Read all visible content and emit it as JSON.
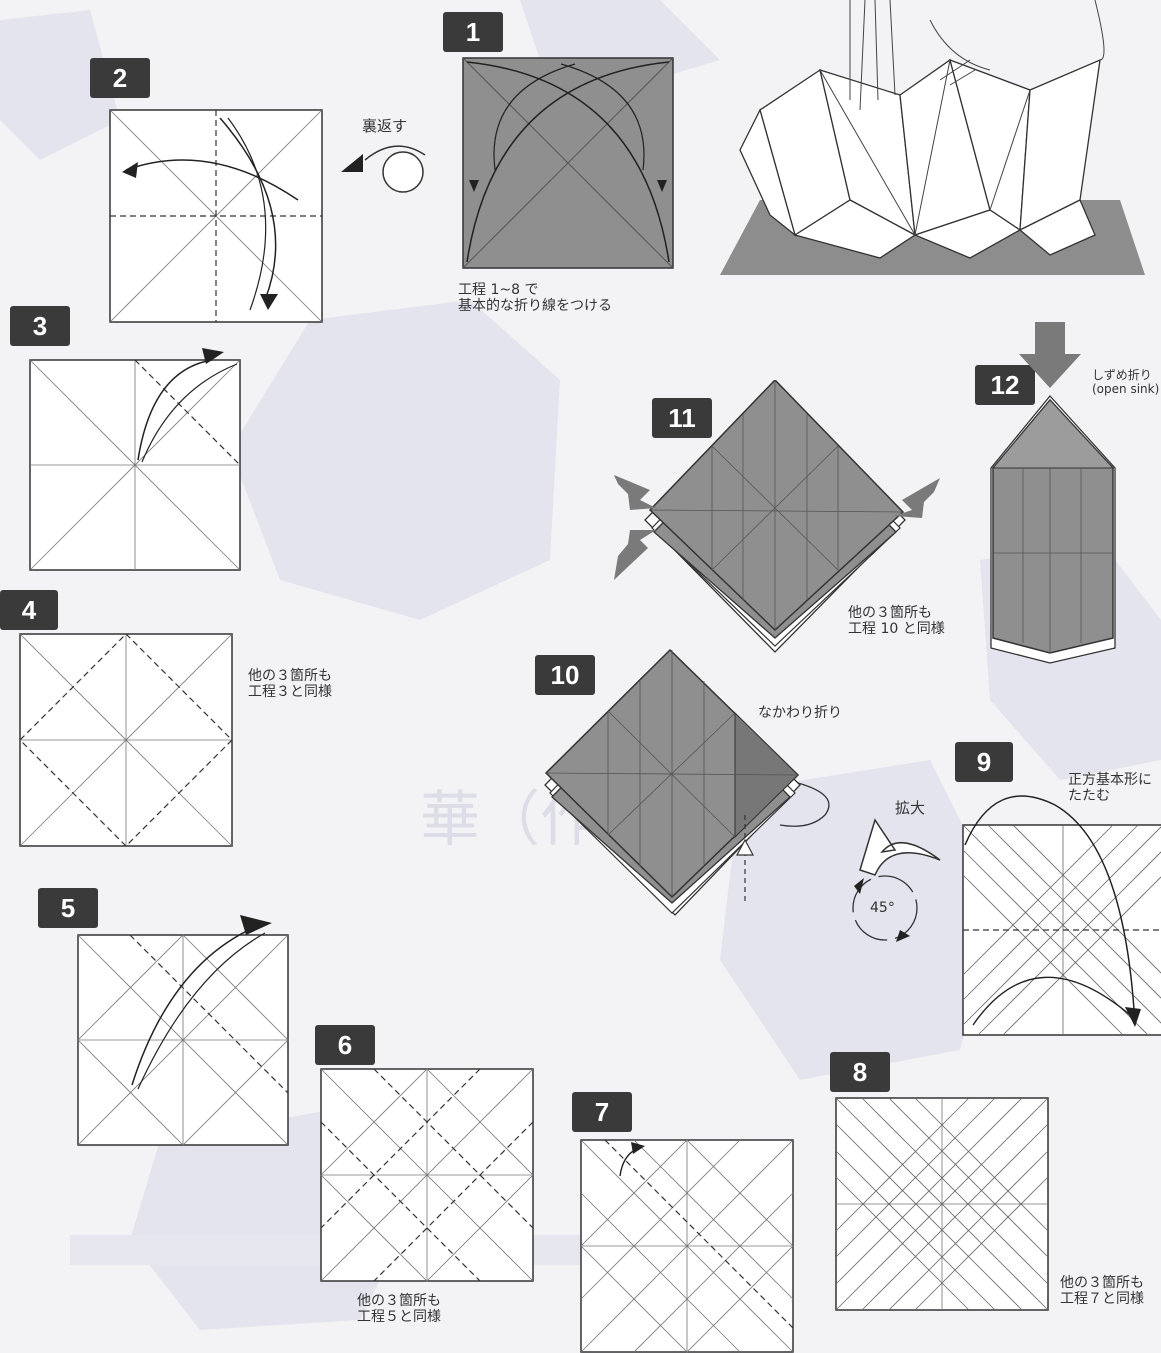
{
  "steps": [
    {
      "number": "1",
      "caption": "工程 1~8 で\n基本的な折り線をつける"
    },
    {
      "number": "2",
      "action_label": "裏返す"
    },
    {
      "number": "3"
    },
    {
      "number": "4",
      "caption": "他の３箇所も\n工程３と同様"
    },
    {
      "number": "5"
    },
    {
      "number": "6",
      "caption": "他の３箇所も\n工程５と同様"
    },
    {
      "number": "7"
    },
    {
      "number": "8",
      "caption": "他の３箇所も\n工程７と同様"
    },
    {
      "number": "9",
      "caption": "正方基本形に\nたたむ"
    },
    {
      "number": "10",
      "caption": "なかわり折り"
    },
    {
      "number": "11",
      "caption": "他の３箇所も\n工程 10 と同様"
    },
    {
      "number": "12",
      "caption": "しずめ折り\n(open sink)"
    }
  ],
  "zoom": {
    "label": "拡大",
    "rotation": "45°"
  },
  "colors": {
    "paper_back": "#8f8f8f",
    "line": "#333333",
    "background": "#f3f3f6",
    "badge": "#3a3a3a",
    "arrow_fill": "#7a7a7a"
  }
}
